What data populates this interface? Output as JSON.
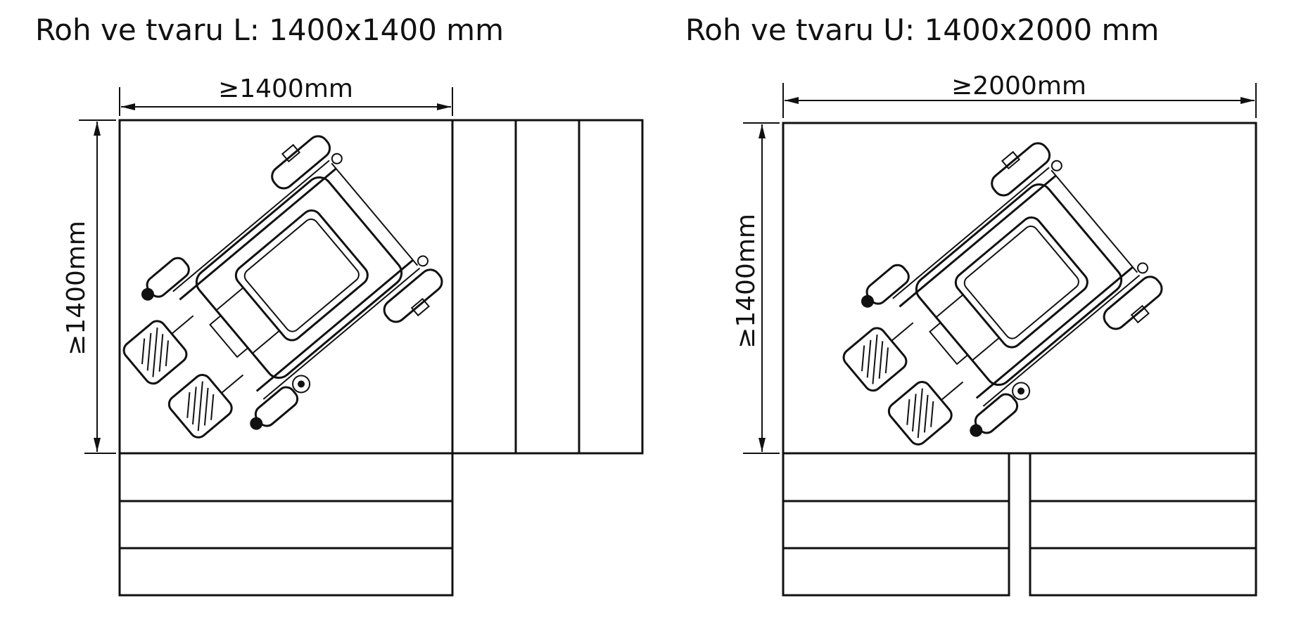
{
  "diagrams": [
    {
      "title": "Roh ve tvaru L: 1400x1400 mm",
      "width_label": "≥1400mm",
      "height_label": "≥1400mm"
    },
    {
      "title": "Roh ve tvaru U: 1400x2000 mm",
      "width_label": "≥2000mm",
      "height_label": "≥1400mm"
    }
  ]
}
